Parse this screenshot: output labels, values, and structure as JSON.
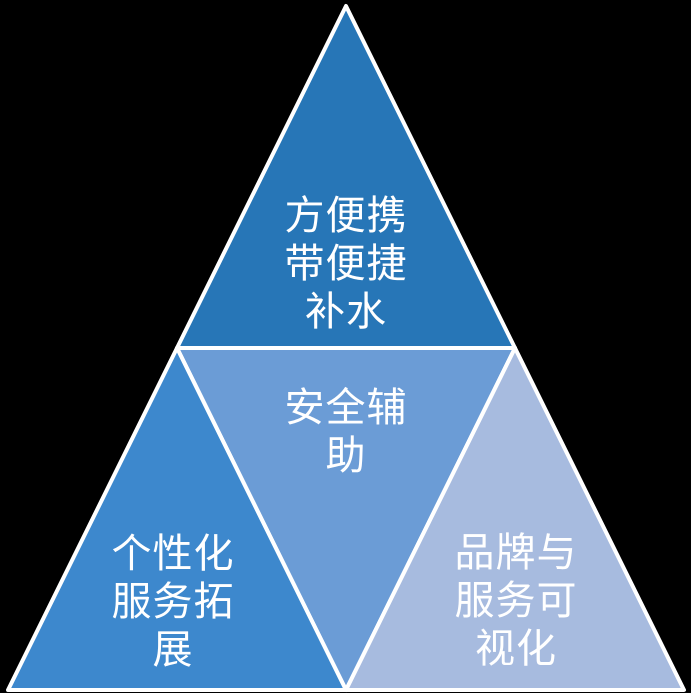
{
  "diagram": {
    "type": "segmented_pyramid",
    "background_color": "#000000",
    "divider_color": "#FFFFFF",
    "text_color": "#FFFFFF",
    "segments": [
      {
        "id": "top",
        "label": "方便携带便捷补水",
        "lines": [
          "方便携",
          "带便捷",
          "补水"
        ],
        "color": "#2776B7"
      },
      {
        "id": "middle",
        "label": "安全辅助",
        "lines": [
          "安全辅",
          "助"
        ],
        "color": "#6B9CD6"
      },
      {
        "id": "bottom_left",
        "label": "个性化服务拓展",
        "lines": [
          "个性化",
          "服务拓",
          "展"
        ],
        "color": "#3D88CD"
      },
      {
        "id": "bottom_right",
        "label": "品牌与服务可视化",
        "lines": [
          "品牌与",
          "服务可",
          "视化"
        ],
        "color": "#A7BBDF"
      }
    ]
  }
}
